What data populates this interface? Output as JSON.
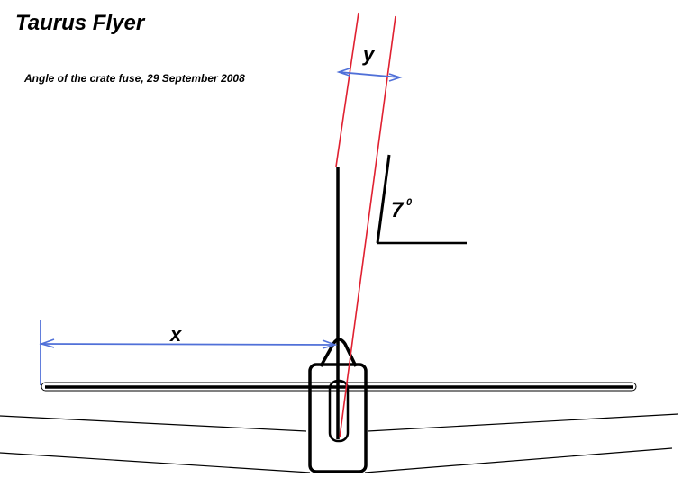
{
  "title": "Taurus Flyer",
  "subtitle": "Angle of the crate fuse, 29 September 2008",
  "labels": {
    "y": "y",
    "x": "x",
    "angle_value": "7",
    "angle_unit": "0"
  },
  "colors": {
    "reference_lines": "#e02030",
    "dimension_lines": "#5070d8",
    "structure": "#000000"
  }
}
